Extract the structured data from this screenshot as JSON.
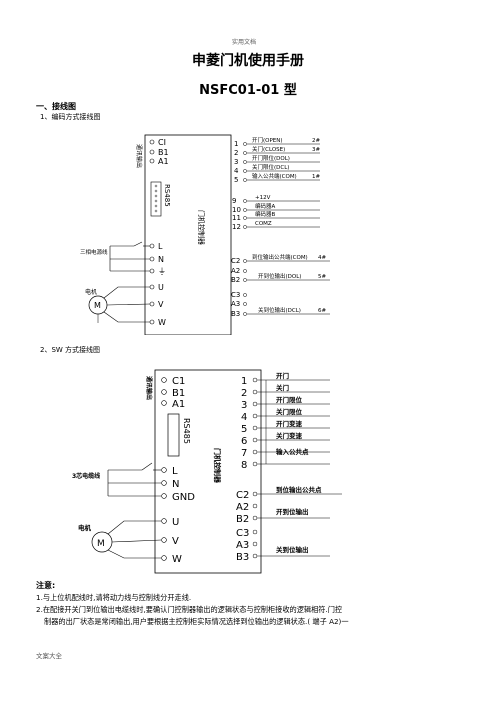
{
  "header": {
    "text": "实用文档"
  },
  "title": "申菱门机使用手册",
  "model": "NSFC01-01 型",
  "section1": {
    "heading": "一、接线图"
  },
  "diagram1": {
    "caption": "1、编码方式接线图",
    "comm_label": "通讯输出",
    "comm_pins": [
      "CI",
      "B1",
      "A1"
    ],
    "rs485": "RS485",
    "controller": "门机控制器",
    "power_label": "三相电源线",
    "power_pins": [
      "L",
      "N",
      "⏚"
    ],
    "motor_label": "电机",
    "motor_symbol": "M",
    "motor_pins": [
      "U",
      "V",
      "W"
    ],
    "right_pins": [
      "1",
      "2",
      "3",
      "4",
      "5",
      "9",
      "10",
      "11",
      "12",
      "C2",
      "A2",
      "B2",
      "C3",
      "A3",
      "B3"
    ],
    "inputs": [
      "开门(OPEN)",
      "关门(CLOSE)",
      "开门限位(DOL)",
      "关门限位(DCL)",
      "输入公共端(COM)"
    ],
    "input_nums": [
      "2#",
      "3#",
      "",
      "",
      "1#"
    ],
    "encoder": [
      "+12V",
      "编码器A",
      "编码器B",
      "COMZ"
    ],
    "outputs": [
      "到位输出公共端(COM)",
      "开到位输出(DOL)",
      "关到位输出(DCL)"
    ],
    "output_nums": [
      "4#",
      "5#",
      "6#"
    ]
  },
  "diagram2": {
    "caption": "2、SW 方式接线图",
    "comm_label": "通讯输出",
    "comm_pins": [
      "C1",
      "B1",
      "A1"
    ],
    "rs485": "RS485",
    "controller": "门机控制器",
    "power_label": "3芯电缆线",
    "power_pins": [
      "L",
      "N",
      "GND"
    ],
    "motor_label": "电机",
    "motor_symbol": "M",
    "motor_pins": [
      "U",
      "V",
      "W"
    ],
    "right_pins": [
      "1",
      "2",
      "3",
      "4",
      "5",
      "6",
      "7",
      "8",
      "C2",
      "A2",
      "B2",
      "C3",
      "A3",
      "B3"
    ],
    "inputs": [
      "开门",
      "关门",
      "开门限位",
      "关门限位",
      "开门变速",
      "关门变速",
      "输入公共点"
    ],
    "outputs": [
      "到位输出公共点",
      "开到位输出",
      "关到位输出"
    ]
  },
  "notes": {
    "heading": "注意:",
    "lines": [
      "1.与上位机配线时,请将动力线与控制线分开走线.",
      "2.在配接开关门到位输出电缆线时,要确认门控制器输出的逻辑状态与控制柜接收的逻辑相符.门控",
      "制器的出厂状态是常闭输出,用户要根据主控制柜实际情况选择到位输出的逻辑状态.( 端子 A2)一"
    ]
  },
  "footer": {
    "text": "文案大全"
  }
}
